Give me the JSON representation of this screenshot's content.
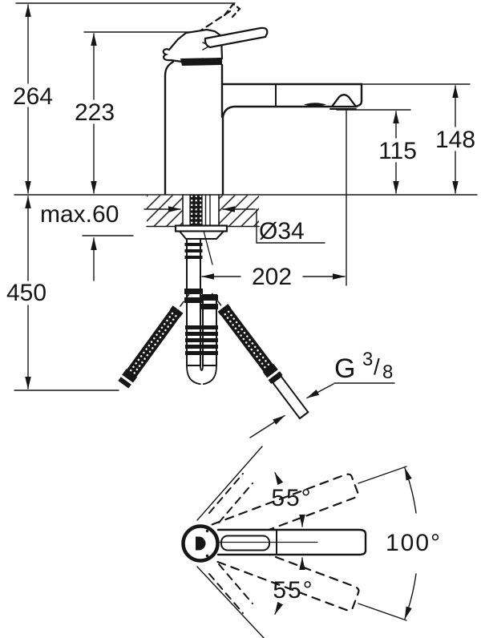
{
  "drawing": {
    "labels": {
      "overall_height": "264",
      "height_to_spout_base": "223",
      "outlet_height": "115",
      "spout_top_height": "148",
      "max_counter_thickness": "max.60",
      "hole_diameter": "Ø34",
      "spout_reach": "202",
      "hose_drop_length": "450",
      "thread_letter": "G",
      "thread_numerator": "3",
      "thread_slash": "/",
      "thread_denominator": "8",
      "swivel_angle_upper": "55°",
      "swivel_angle_lower": "55°",
      "swivel_angle_total": "100°"
    },
    "style": {
      "line_color": "#161616",
      "background_color": "#ffffff"
    }
  }
}
